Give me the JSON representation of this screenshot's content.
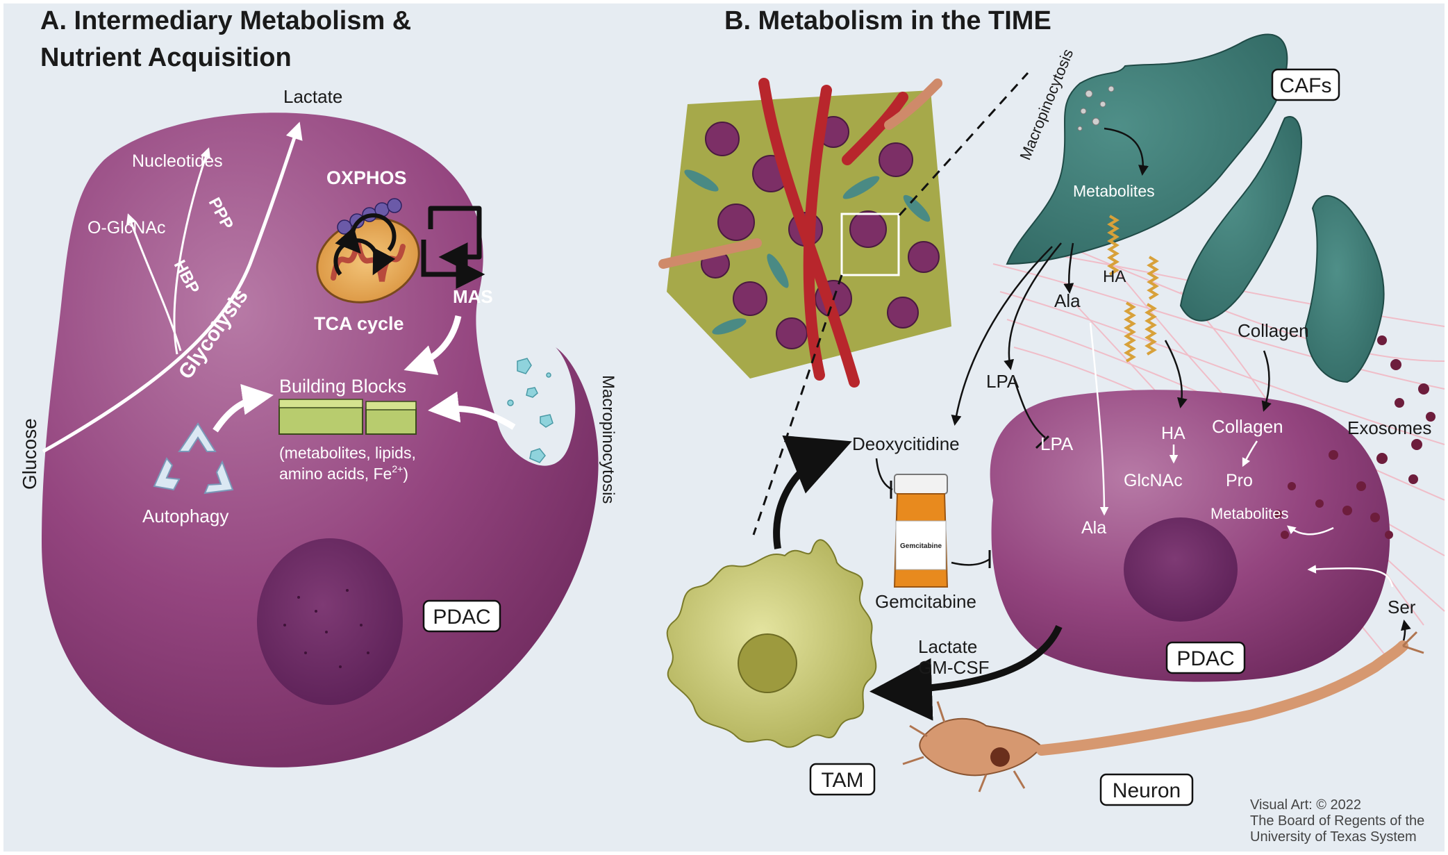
{
  "panel_a": {
    "title_line1": "A. Intermediary Metabolism &",
    "title_line2": "Nutrient Acquisition",
    "lactate": "Lactate",
    "nucleotides": "Nucleotides",
    "o_glcnac": "O-GlcNAc",
    "ppp": "PPP",
    "hbp": "HBP",
    "glycolysis": "Glycolysis",
    "glucose": "Glucose",
    "oxphos": "OXPHOS",
    "mas": "MAS",
    "tca_cycle": "TCA cycle",
    "building_blocks": "Building Blocks",
    "bb_detail_line1": "(metabolites, lipids,",
    "bb_detail_line2": "amino acids, Fe",
    "bb_detail_sup": "2+",
    "bb_detail_end": ")",
    "autophagy": "Autophagy",
    "macropinocytosis": "Macropinocytosis",
    "pdac": "PDAC"
  },
  "panel_b": {
    "title": "B. Metabolism in the TIME",
    "macropinocytosis": "Macropinocytosis",
    "cafs": "CAFs",
    "metabolites_caf": "Metabolites",
    "ha_top": "HA",
    "ala_top": "Ala",
    "collagen_top": "Collagen",
    "lpa_top": "LPA",
    "lpa_inner": "LPA",
    "ha_inner": "HA",
    "collagen_inner": "Collagen",
    "exosomes": "Exosomes",
    "glcnac": "GlcNAc",
    "pro": "Pro",
    "metabolites_pdac": "Metabolites",
    "ala_inner": "Ala",
    "deoxycitidine": "Deoxycitidine",
    "gemcitabine_bottle": "Gemcitabine",
    "gemcitabine": "Gemcitabine",
    "ser": "Ser",
    "pdac": "PDAC",
    "lactate": "Lactate",
    "gm_csf": "GM-CSF",
    "tam": "TAM",
    "neuron": "Neuron"
  },
  "credit": {
    "line1": "Visual Art: © 2022",
    "line2": "The Board of Regents of the",
    "line3": "University of Texas System"
  }
}
